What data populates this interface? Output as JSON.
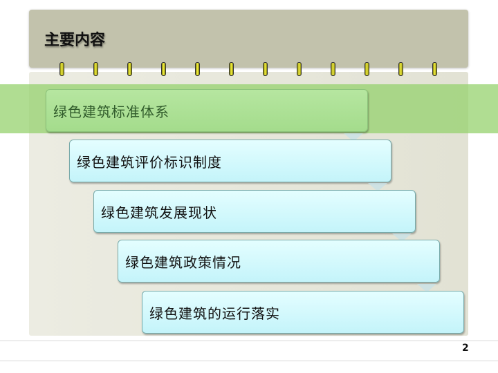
{
  "slide": {
    "title": "主要内容",
    "items": [
      {
        "label": "绿色建筑标准体系",
        "active": true
      },
      {
        "label": "绿色建筑评价标识制度",
        "active": false
      },
      {
        "label": "绿色建筑发展现状",
        "active": false
      },
      {
        "label": "绿色建筑政策情况",
        "active": false
      },
      {
        "label": "绿色建筑的运行落实",
        "active": false
      }
    ],
    "page_number": "2"
  },
  "colors": {
    "header": "#c2c2ac",
    "highlight": "#a4dc8c",
    "box": "#d4f9fc"
  }
}
